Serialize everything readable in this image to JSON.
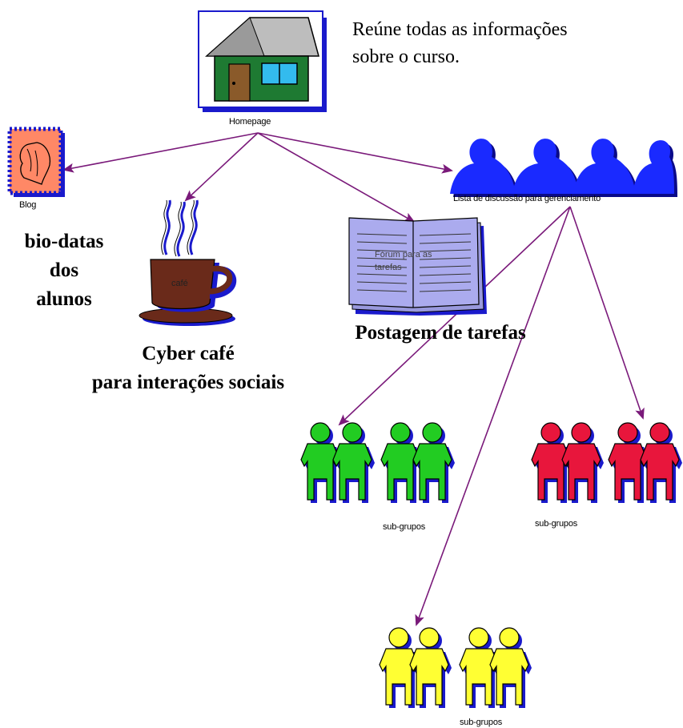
{
  "note": {
    "line1": "Reúne todas as informações",
    "line2": "sobre o curso."
  },
  "nodes": {
    "homepage": {
      "label": "Homepage"
    },
    "blog": {
      "label": "Blog",
      "caption": [
        "bio-datas",
        "dos",
        "alunos"
      ]
    },
    "cafe": {
      "inner_label": "café",
      "caption": [
        "Cyber café",
        "para interações sociais"
      ]
    },
    "forum": {
      "inner_label": [
        "Fórum para as",
        "tarefas"
      ],
      "caption": "Postagem de tarefas"
    },
    "discussion": {
      "label": "Lista de discussão para gerenciamento"
    },
    "green_group": {
      "label": "sub-grupos",
      "color": "#22cc22"
    },
    "red_group": {
      "label": "sub-grupos",
      "color": "#e8163c"
    },
    "yellow_group": {
      "label": "sub-grupos",
      "color": "#ffff33"
    }
  },
  "colors": {
    "arrow": "#7a1a7a",
    "shadow": "#1a1acc",
    "outline": "#000000"
  }
}
